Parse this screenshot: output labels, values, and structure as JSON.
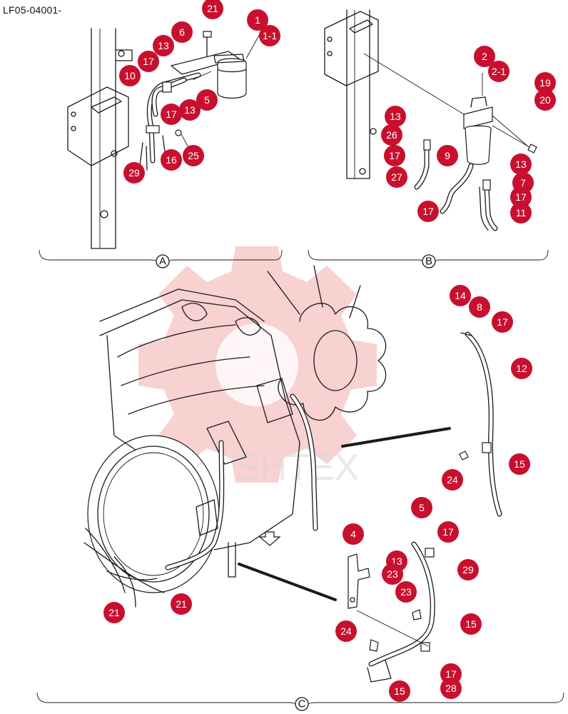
{
  "diagram": {
    "code": "LF05-04001-",
    "views": [
      "A",
      "B",
      "C"
    ],
    "callouts": [
      {
        "label": "21"
      },
      {
        "label": "1"
      },
      {
        "label": "1-1"
      },
      {
        "label": "6"
      },
      {
        "label": "13"
      },
      {
        "label": "17"
      },
      {
        "label": "10"
      },
      {
        "label": "5"
      },
      {
        "label": "13"
      },
      {
        "label": "17"
      },
      {
        "label": "25"
      },
      {
        "label": "16"
      },
      {
        "label": "29"
      },
      {
        "label": "2"
      },
      {
        "label": "2-1"
      },
      {
        "label": "19"
      },
      {
        "label": "20"
      },
      {
        "label": "13"
      },
      {
        "label": "26"
      },
      {
        "label": "17"
      },
      {
        "label": "27"
      },
      {
        "label": "9"
      },
      {
        "label": "13"
      },
      {
        "label": "7"
      },
      {
        "label": "17"
      },
      {
        "label": "11"
      },
      {
        "label": "17"
      },
      {
        "label": "14"
      },
      {
        "label": "8"
      },
      {
        "label": "17"
      },
      {
        "label": "12"
      },
      {
        "label": "15"
      },
      {
        "label": "24"
      },
      {
        "label": "5"
      },
      {
        "label": "4"
      },
      {
        "label": "17"
      },
      {
        "label": "13"
      },
      {
        "label": "23"
      },
      {
        "label": "29"
      },
      {
        "label": "23"
      },
      {
        "label": "15"
      },
      {
        "label": "24"
      },
      {
        "label": "17"
      },
      {
        "label": "28"
      },
      {
        "label": "15"
      },
      {
        "label": "21"
      },
      {
        "label": "21"
      }
    ]
  }
}
